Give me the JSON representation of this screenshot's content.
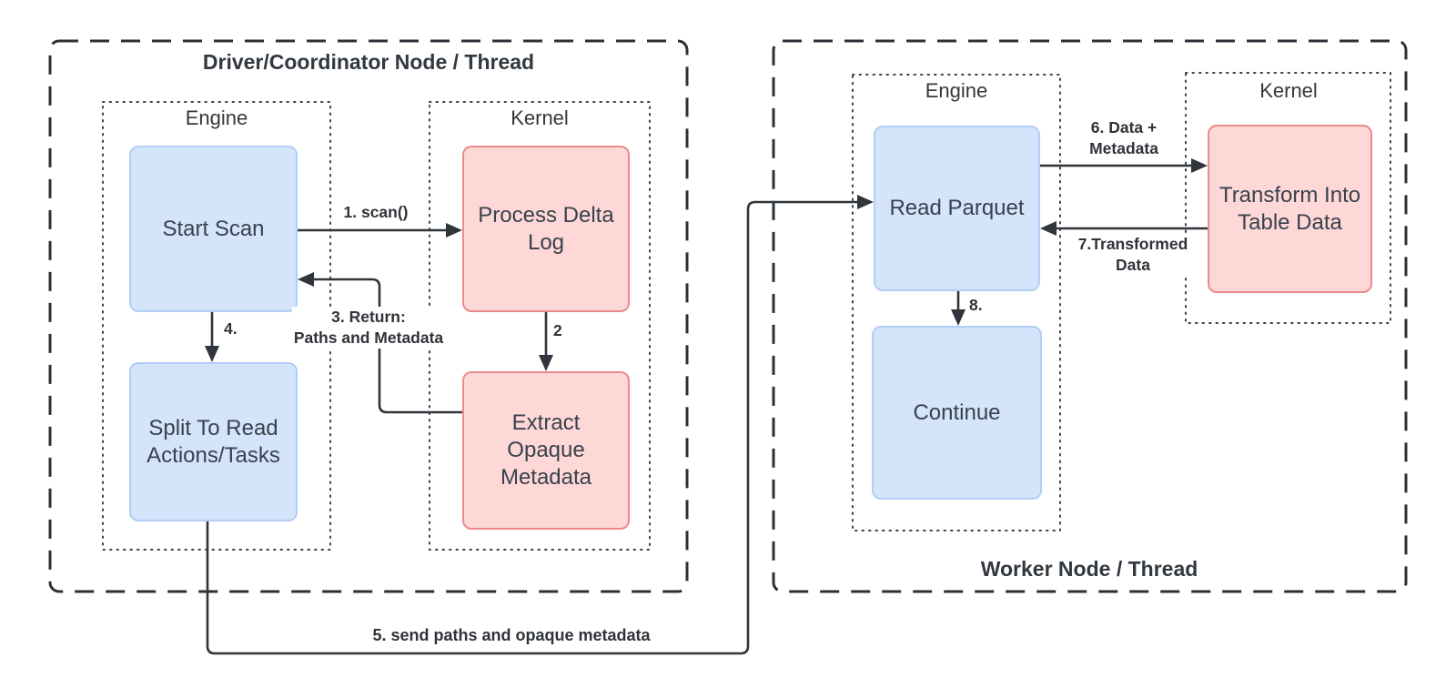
{
  "diagram": {
    "driver": {
      "title": "Driver/Coordinator Node / Thread",
      "engine": {
        "label": "Engine",
        "nodes": [
          {
            "label": "Start Scan"
          },
          {
            "label": "Split To Read Actions/Tasks"
          }
        ]
      },
      "kernel": {
        "label": "Kernel",
        "nodes": [
          {
            "label": "Process Delta Log"
          },
          {
            "label": "Extract Opaque Metadata"
          }
        ]
      }
    },
    "worker": {
      "title": "Worker Node / Thread",
      "engine": {
        "label": "Engine",
        "nodes": [
          {
            "label": "Read Parquet"
          },
          {
            "label": "Continue"
          }
        ]
      },
      "kernel": {
        "label": "Kernel",
        "nodes": [
          {
            "label": "Transform Into Table Data"
          }
        ]
      }
    },
    "arrow_labels": {
      "step1": "1. scan()",
      "step2": "2",
      "step3_line1": "3. Return:",
      "step3_line2": "Paths and Metadata",
      "step4": "4.",
      "step5": "5. send paths and opaque metadata",
      "step6_line1": "6. Data +",
      "step6_line2": "Metadata",
      "step7_line1": "7.Transformed",
      "step7_line2": "Data",
      "step8": "8."
    },
    "colors": {
      "engine_node_fill": "#d4e4fb",
      "engine_node_border": "#b3cdf6",
      "kernel_node_fill": "#fdd8d7",
      "kernel_node_border": "#e98b8b",
      "connector": "#2f353b",
      "container_border": "#2b3137",
      "text": "#32383f",
      "node_text": "#39414d",
      "background": "#ffffff"
    }
  }
}
